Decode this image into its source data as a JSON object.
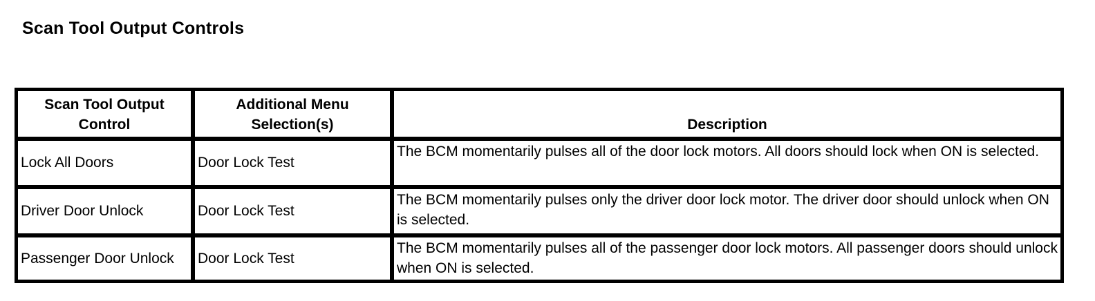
{
  "title": "Scan Tool Output Controls",
  "table": {
    "headers": [
      {
        "label": "Scan Tool Output\nControl"
      },
      {
        "label": "Additional Menu\nSelection(s)"
      },
      {
        "label": "Description"
      }
    ],
    "rows": [
      {
        "control": "Lock All Doors",
        "menu": "Door Lock Test",
        "description": "The BCM momentarily pulses all of the door lock motors. All doors should lock when ON is selected."
      },
      {
        "control": "Driver Door Unlock",
        "menu": "Door Lock Test",
        "description": "The BCM momentarily pulses only the driver door lock motor. The driver door should unlock when ON is selected."
      },
      {
        "control": "Passenger Door Unlock",
        "menu": "Door Lock Test",
        "description": "The BCM momentarily pulses all of the passenger door lock motors. All passenger doors should unlock when ON is selected."
      }
    ]
  }
}
